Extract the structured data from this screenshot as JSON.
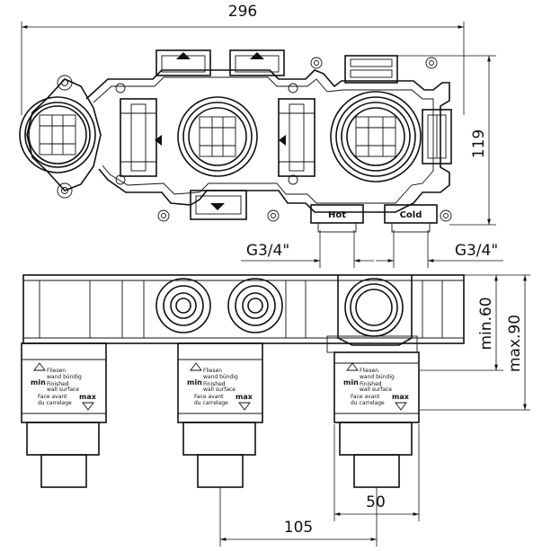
{
  "dimensions": {
    "overall_width": "296",
    "height_top": "119",
    "thread_hot": "G3/4\"",
    "thread_cold": "G3/4\"",
    "min_depth": "min.60",
    "max_depth": "max.90",
    "spacing_50": "50",
    "spacing_105": "105"
  },
  "labels": {
    "hot": "Hot",
    "cold": "Cold"
  },
  "cartridge_marks": {
    "min": "min",
    "max": "max",
    "line1": "Fliesen",
    "line2": "wand bündig",
    "line3": "Finished",
    "line4": "wall surface",
    "line5": "Face avant",
    "line6": "du carrelage"
  }
}
